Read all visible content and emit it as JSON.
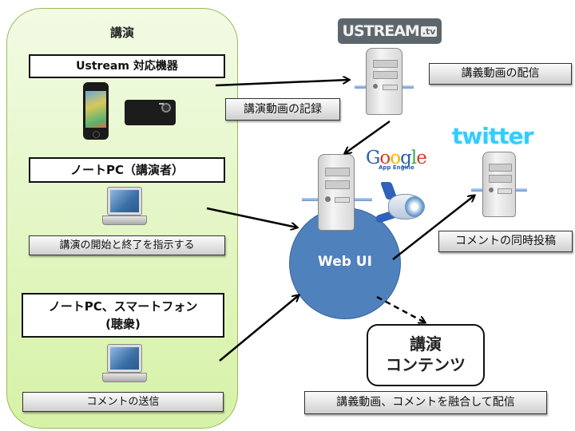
{
  "panel": {
    "title": "講演",
    "ustream_devices_header": "Ustream 対応機器",
    "speaker_pc_header": "ノートPC（講演者）",
    "speaker_pc_action": "講演の開始と終了を指示する",
    "audience_header_line1": "ノートPC、スマートフォン",
    "audience_header_line2": "(聴衆)",
    "audience_action": "コメントの送信"
  },
  "services": {
    "ustream_logo": "USTREAM",
    "ustream_logo_tv": ".tv",
    "ustream_action": "講義動画の配信",
    "record_label": "講演動画の記録",
    "google_logo": "Google",
    "google_sub": "App Engine",
    "web_ui_label": "Web UI",
    "twitter_logo": "twitter",
    "twitter_action": "コメントの同時投稿"
  },
  "content": {
    "title_line1": "講演",
    "title_line2": "コンテンツ",
    "description": "講義動画、コメントを融合して配信"
  },
  "colors": {
    "panel_green": "#d6f2a6",
    "panel_border": "#9bbb59",
    "web_ui_blue": "#4f81bd",
    "ustream_gray": "#5d666c",
    "twitter_blue": "#33ccff"
  },
  "icons": [
    "smartphone-icon",
    "camera-icon",
    "laptop-icon",
    "server-icon",
    "app-engine-icon"
  ]
}
